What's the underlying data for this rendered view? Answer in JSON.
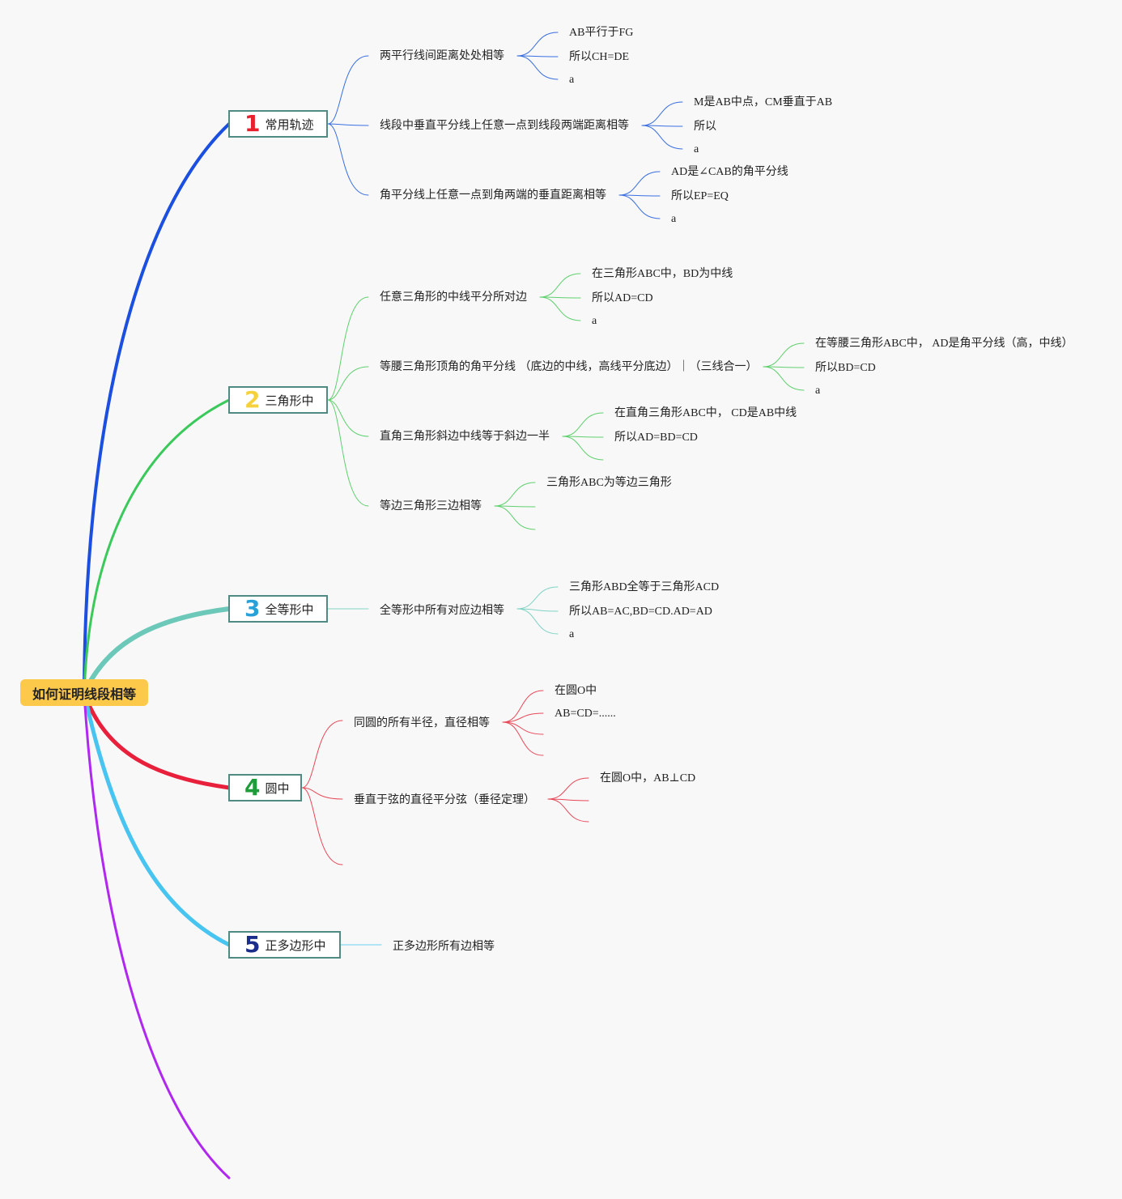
{
  "root": {
    "label": "如何证明线段相等"
  },
  "branches": [
    {
      "num": "1",
      "label": "常用轨迹",
      "num_color": "#e8202e",
      "line_color": "#1b4fe0",
      "sub_color": "#3a6fe0",
      "subs": [
        {
          "label": "两平行线间距离处处相等",
          "leaves": [
            "AB平行于FG",
            "所以CH=DE",
            "a"
          ]
        },
        {
          "label": "线段中垂直平分线上任意一点到线段两端距离相等",
          "leaves": [
            "M是AB中点，CM垂直于AB",
            "所以",
            "a"
          ]
        },
        {
          "label": "角平分线上任意一点到角两端的垂直距离相等",
          "leaves": [
            "AD是∠CAB的角平分线",
            "所以EP=EQ",
            "a"
          ]
        }
      ]
    },
    {
      "num": "2",
      "label": "三角形中",
      "num_color": "#f5d23c",
      "line_color": "#3ac95a",
      "sub_color": "#5fd06e",
      "subs": [
        {
          "label": "任意三角形的中线平分所对边",
          "leaves": [
            "在三角形ABC中，BD为中线",
            "所以AD=CD",
            "a"
          ]
        },
        {
          "label": "等腰三角形顶角的角平分线 （底边的中线，高线平分底边）｜（三线合一）",
          "leaves": [
            "在等腰三角形ABC中， AD是角平分线（高，中线）",
            "所以BD=CD",
            "a"
          ]
        },
        {
          "label": "直角三角形斜边中线等于斜边一半",
          "leaves": [
            "在直角三角形ABC中， CD是AB中线",
            "所以AD=BD=CD"
          ]
        },
        {
          "label": "等边三角形三边相等",
          "leaves": [
            "三角形ABC为等边三角形"
          ]
        }
      ]
    },
    {
      "num": "3",
      "label": "全等形中",
      "num_color": "#2aa0d8",
      "line_color": "#6cc8b8",
      "sub_color": "#7fd3c4",
      "subs": [
        {
          "label": "全等形中所有对应边相等",
          "leaves": [
            "三角形ABD全等于三角形ACD",
            "所以AB=AC,BD=CD.AD=AD",
            "a"
          ]
        }
      ]
    },
    {
      "num": "4",
      "label": "圆中",
      "num_color": "#1e9c3a",
      "line_color": "#e8203c",
      "sub_color": "#e84858",
      "subs": [
        {
          "label": "同圆的所有半径，直径相等",
          "leaves": [
            "在圆O中",
            "AB=CD=......"
          ]
        },
        {
          "label": "垂直于弦的直径平分弦（垂径定理）",
          "leaves": [
            "在圆O中，AB⊥CD"
          ]
        }
      ]
    },
    {
      "num": "5",
      "label": "正多边形中",
      "num_color": "#1a2e8a",
      "line_color": "#48c4f0",
      "sub_color": "#6ad0f2",
      "subs": [
        {
          "label": "正多边形所有边相等",
          "leaves": []
        }
      ]
    }
  ],
  "extra_branch_color": "#b028f0"
}
